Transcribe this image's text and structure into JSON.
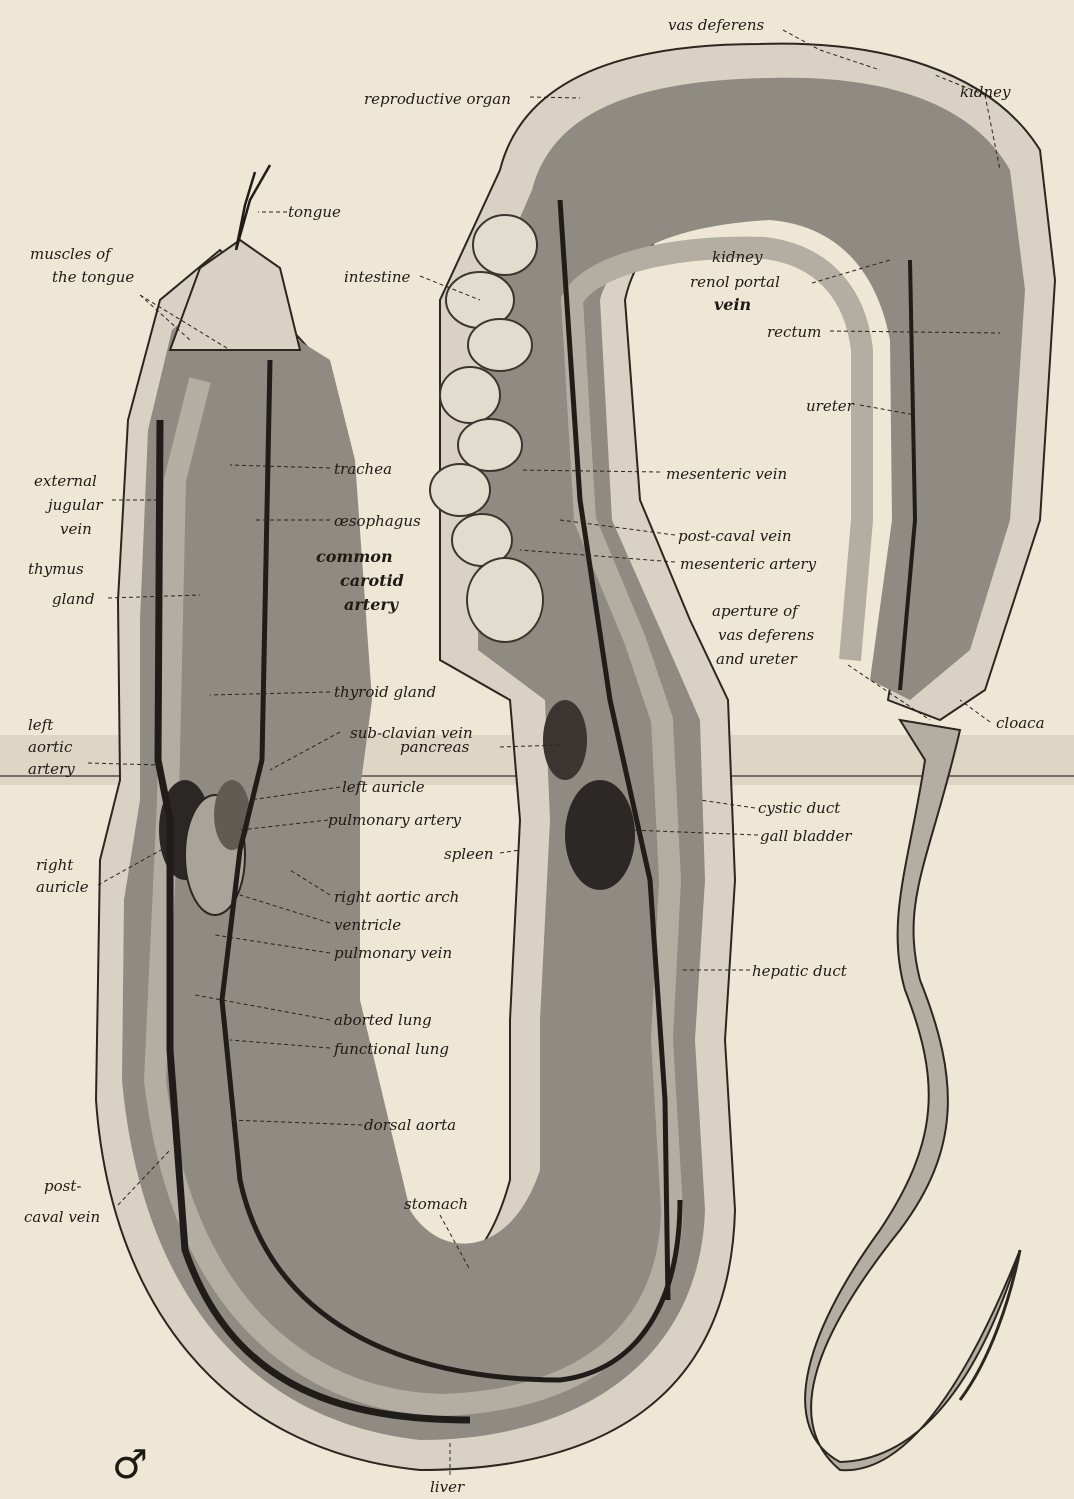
{
  "colors": {
    "paper": "#efe7d6",
    "body_wall": "#b3ada2",
    "body_wall_dark": "#6f6a62",
    "cavity": "#8f8a82",
    "vessel": "#1f1c19",
    "skin": "#d9d2c4",
    "ink": "#1e1a14"
  },
  "sex_symbol": "♂",
  "labels": {
    "vas_deferens": "vas deferens",
    "kidney_top": "kidney",
    "reproductive_organ": "reproductive organ",
    "tongue": "tongue",
    "muscles_of_the_tongue_1": "muscles of",
    "muscles_of_the_tongue_2": "the tongue",
    "intestine": "intestine",
    "kidney_inner": "kidney",
    "renol_portal": "renol portal",
    "vein_inner": "vein",
    "rectum": "rectum",
    "ureter": "ureter",
    "trachea": "trachea",
    "external_jugular_1": "external",
    "external_jugular_2": "jugular",
    "external_jugular_3": "vein",
    "mesenteric_vein": "mesenteric vein",
    "oesophagus": "œsophagus",
    "post_caval_vein_right": "post-caval vein",
    "common_carotid_1": "common",
    "common_carotid_2": "carotid",
    "common_carotid_3": "artery",
    "thymus_1": "thymus",
    "thymus_2": "gland",
    "mesenteric_artery": "mesenteric artery",
    "aperture_1": "aperture of",
    "aperture_2": "vas deferens",
    "aperture_3": "and ureter",
    "thyroid_gland": "thyroid gland",
    "left_aortic_1": "left",
    "left_aortic_2": "aortic",
    "left_aortic_3": "artery",
    "sub_clavian_vein": "sub-clavian vein",
    "pancreas": "pancreas",
    "cloaca": "cloaca",
    "left_auricle": "left auricle",
    "cystic_duct": "cystic duct",
    "pulmonary_artery": "pulmonary artery",
    "gall_bladder": "gall bladder",
    "spleen": "spleen",
    "right_auricle_1": "right",
    "right_auricle_2": "auricle",
    "right_aortic_arch": "right aortic arch",
    "ventricle": "ventricle",
    "pulmonary_vein": "pulmonary vein",
    "hepatic_duct": "hepatic duct",
    "aborted_lung": "aborted lung",
    "functional_lung": "functional lung",
    "dorsal_aorta": "dorsal aorta",
    "post_caval_left_1": "post-",
    "post_caval_left_2": "caval vein",
    "stomach": "stomach",
    "liver": "liver"
  }
}
